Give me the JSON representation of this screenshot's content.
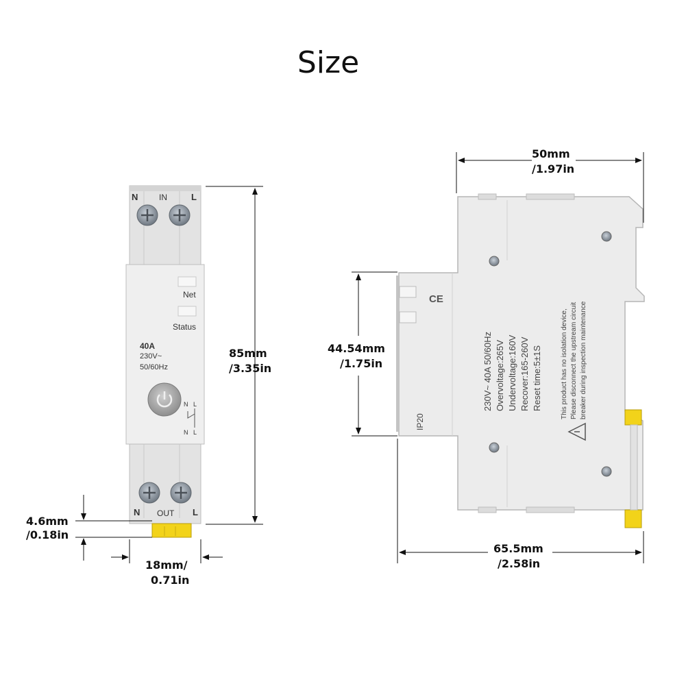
{
  "title": "Size",
  "front": {
    "top_n": "N",
    "top_in": "IN",
    "top_l": "L",
    "net": "Net",
    "status": "Status",
    "rating": "40A",
    "voltage": "230V~",
    "freq": "50/60Hz",
    "sw_n1": "N",
    "sw_l1": "L",
    "sw_n2": "N",
    "sw_l2": "L",
    "bot_n": "N",
    "bot_out": "OUT",
    "bot_l": "L"
  },
  "side": {
    "ce": "CE",
    "ip": "IP20",
    "spec_lines": [
      "230V~ 40A 50/60Hz",
      "Overvoltage:265V",
      "Undervoltage:160V",
      "Recover:165-260V",
      "Reset time:5±1S"
    ],
    "notice_lines": [
      "This product has no isolation device,",
      "Please disconnect the upstream circuit",
      "breaker during inspection maintenance"
    ]
  },
  "dimensions": {
    "height_mm": "85mm",
    "height_in": "/3.35in",
    "width_mm": "18mm/",
    "width_in": "0.71in",
    "clip_mm": "4.6mm",
    "clip_in": "/0.18in",
    "top_width_mm": "50mm",
    "top_width_in": "/1.97in",
    "mid_height_mm": "44.54mm",
    "mid_height_in": "/1.75in",
    "depth_mm": "65.5mm",
    "depth_in": "/2.58in"
  },
  "colors": {
    "body": "#ececec",
    "edge": "#b5b5b5",
    "clip": "#f2d31a",
    "screw": "#8f98a3"
  }
}
